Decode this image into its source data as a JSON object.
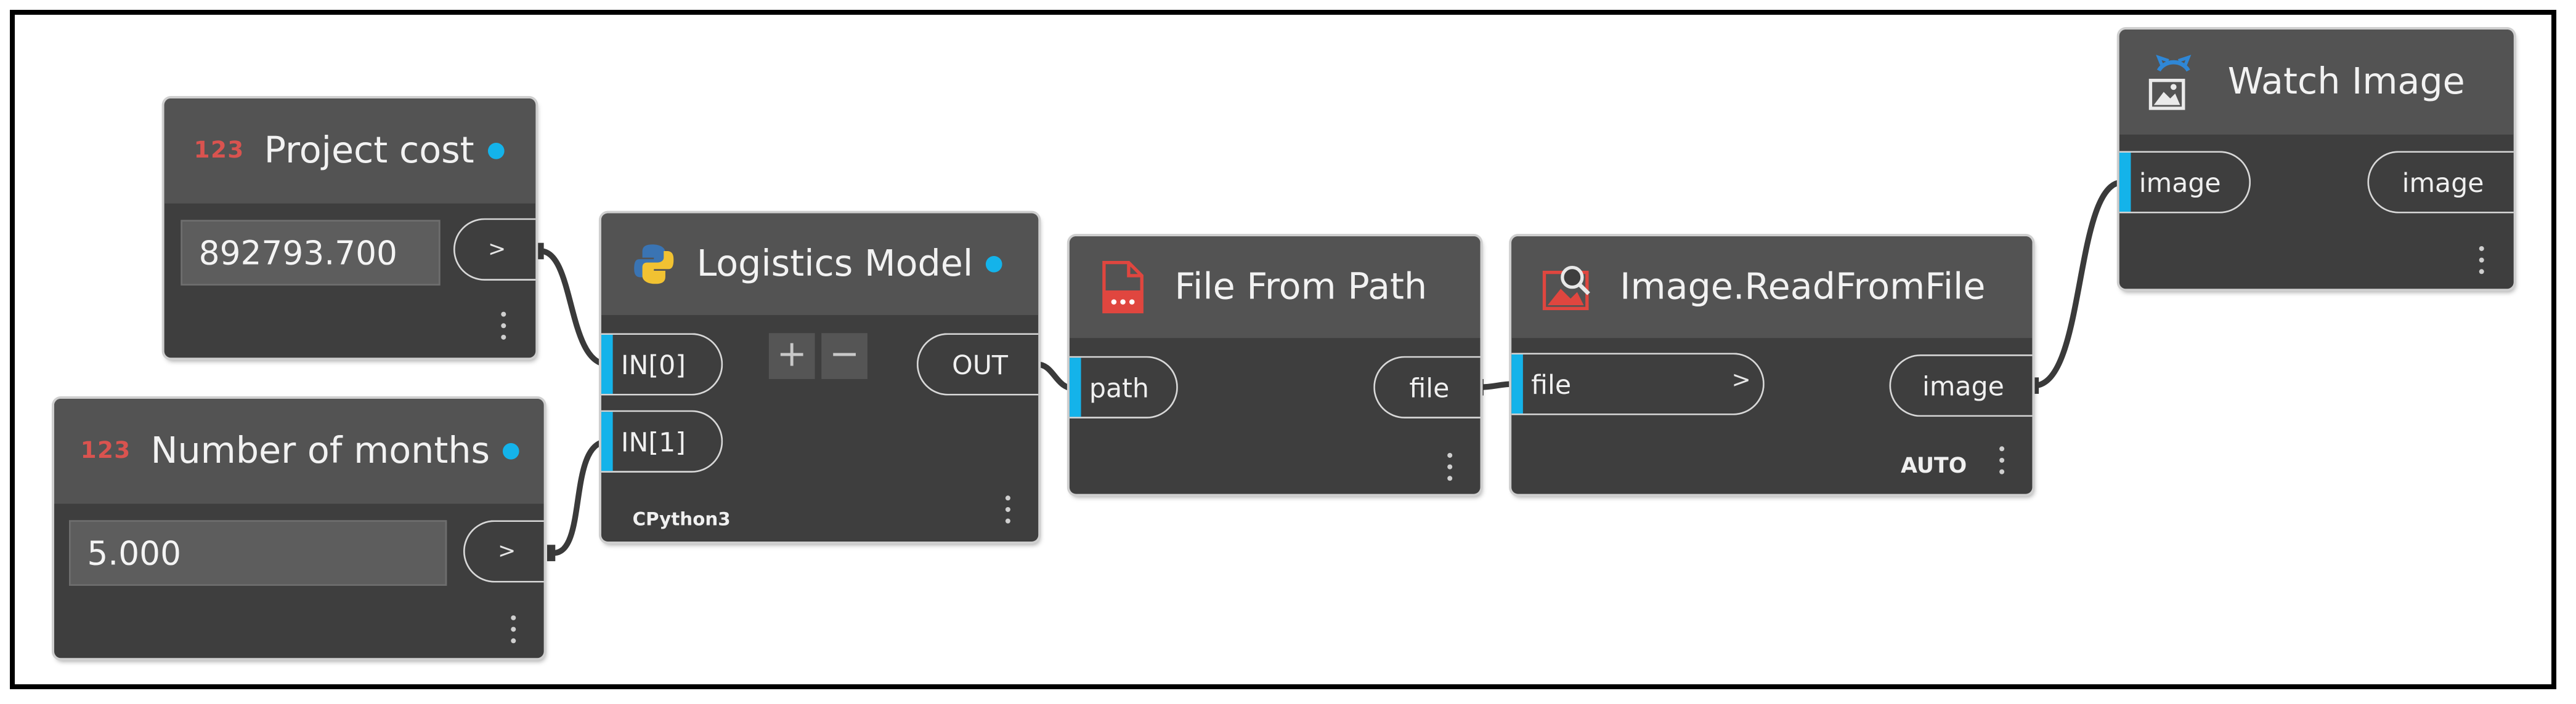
{
  "nodes": {
    "project_cost": {
      "icon": "number-icon",
      "icon_text": "123",
      "title": "Project cost",
      "value": "892793.700",
      "button": ">"
    },
    "number_of_months": {
      "icon": "number-icon",
      "icon_text": "123",
      "title": "Number of months",
      "value": "5.000",
      "button": ">"
    },
    "logistics_model": {
      "icon": "python-icon",
      "title": "Logistics Model",
      "inputs": [
        "IN[0]",
        "IN[1]"
      ],
      "add_button": "+",
      "remove_button": "−",
      "output": "OUT",
      "engine": "CPython3"
    },
    "file_from_path": {
      "icon": "file-icon",
      "title": "File From Path",
      "input": "path",
      "output": "file"
    },
    "image_read_from_file": {
      "icon": "image-search-icon",
      "title": "Image.ReadFromFile",
      "input": "file",
      "input_arrow": ">",
      "output": "image",
      "lacing": "AUTO"
    },
    "watch_image": {
      "icon": "watch-image-icon",
      "title": "Watch Image",
      "input": "image",
      "output": "image"
    }
  },
  "colors": {
    "port_accent": "#14b3ea",
    "header": "#535353",
    "body": "#3e3e3e",
    "wire": "#3a3a3a"
  }
}
